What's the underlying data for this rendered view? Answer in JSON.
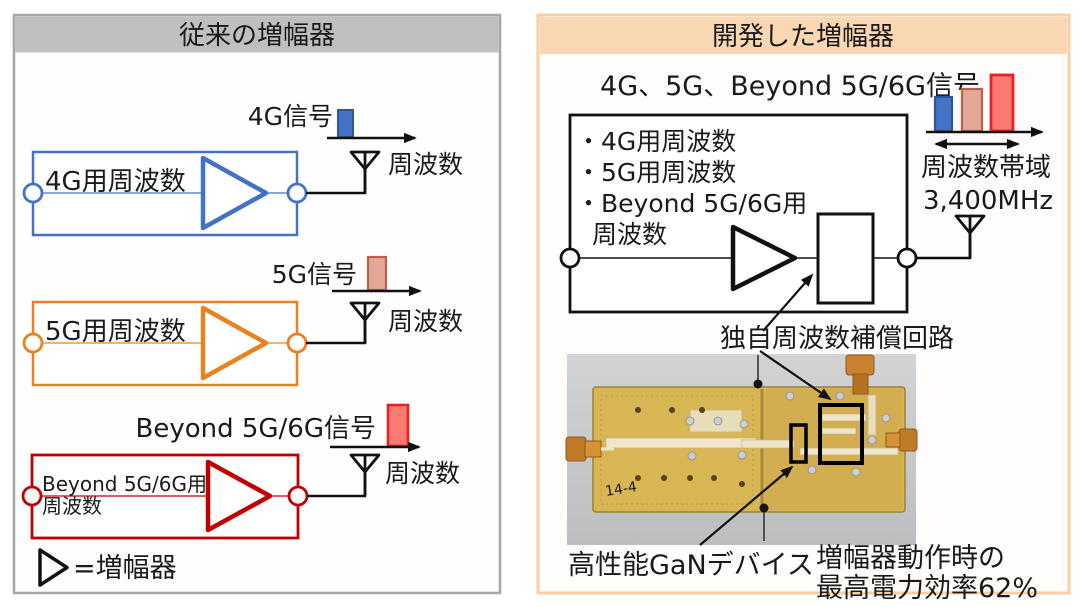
{
  "left_panel": {
    "title": "従来の増幅器",
    "rows": [
      {
        "band_label": "4G用周波数",
        "signal_label": "4G信号",
        "axis_label": "周波数",
        "color": "#4472C4"
      },
      {
        "band_label": "5G用周波数",
        "signal_label": "5G信号",
        "axis_label": "周波数",
        "color": "#E8821E"
      },
      {
        "band_label_line1": "Beyond 5G/6G用",
        "band_label_line2": "周波数",
        "signal_label": "Beyond 5G/6G信号",
        "axis_label": "周波数",
        "color": "#C00000"
      }
    ],
    "legend_label": "=増幅器"
  },
  "right_panel": {
    "title": "開発した増幅器",
    "signal_title": "4G、5G、Beyond 5G/6G信号",
    "bandwidth_line1": "周波数帯域",
    "bandwidth_line2": "3,400MHz",
    "amp_inputs": [
      "・4G用周波数",
      "・5G用周波数",
      "・Beyond 5G/6G用",
      "周波数"
    ],
    "compensation_label": "独自周波数補償回路",
    "board_marking": "14-4",
    "gan_label": "高性能GaNデバイス",
    "efficiency_line1": "増幅器動作時の",
    "efficiency_line2": "最高電力効率62%"
  },
  "colors": {
    "accent_blue": "#4472C4",
    "accent_blue_dark": "#2F5597",
    "accent_orange": "#E8821E",
    "accent_red": "#C00000",
    "bar_tan_fill": "#E2A796",
    "bar_tan_border": "#BE5F4A",
    "bar_red_fill": "#FB7B74",
    "bar_red_border": "#EC2024",
    "header_gray": "#BFBFBF",
    "header_peach": "#FAD7B3",
    "panel_border_gray": "#A6A6A6",
    "pcb_gold": "#D9B654",
    "photo_gray": "#C9CACC"
  }
}
